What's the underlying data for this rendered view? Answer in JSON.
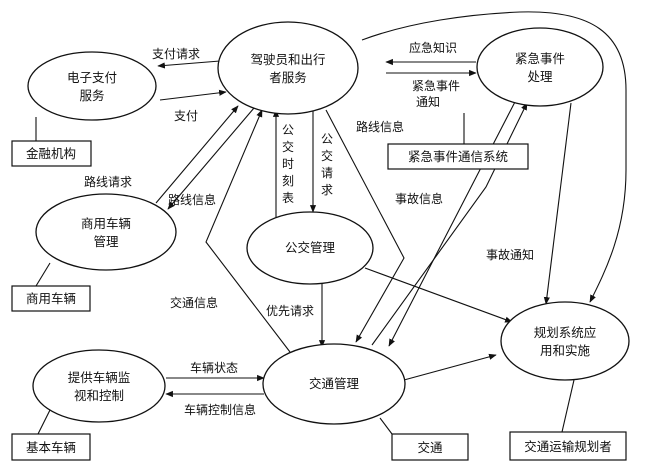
{
  "nodes": {
    "driver_traveler": [
      "驾驶员和出行",
      "者服务"
    ],
    "electronic_payment": [
      "电子支付",
      "服务"
    ],
    "emergency_handling": [
      "紧急事件",
      "处理"
    ],
    "commercial_vehicle": [
      "商用车辆",
      "管理"
    ],
    "transit_management": [
      "公交管理"
    ],
    "vehicle_monitoring": [
      "提供车辆监",
      "视和控制"
    ],
    "traffic_management": [
      "交通管理"
    ],
    "planning": [
      "规划系统应",
      "用和实施"
    ]
  },
  "external": {
    "finance": "金融机构",
    "commercial_vehicles": "商用车辆",
    "emergency_comm": "紧急事件通信系统",
    "basic_vehicle": "基本车辆",
    "traffic": "交通",
    "planner": "交通运输规划者"
  },
  "flows": {
    "payment_request": "支付请求",
    "payment": "支付",
    "route_request": "路线请求",
    "route_info_commercial": "路线信息",
    "emergency_knowledge": "应急知识",
    "emergency_notice": [
      "紧急事件",
      "通知"
    ],
    "transit_schedule": [
      "公",
      "交",
      "时",
      "刻",
      "表"
    ],
    "transit_request": [
      "公",
      "交",
      "请",
      "求"
    ],
    "route_info": "路线信息",
    "accident_info": "事故信息",
    "accident_notice": "事故通知",
    "traffic_info": "交通信息",
    "priority_request": "优先请求",
    "vehicle_status": "车辆状态",
    "vehicle_control_info": "车辆控制信息"
  }
}
